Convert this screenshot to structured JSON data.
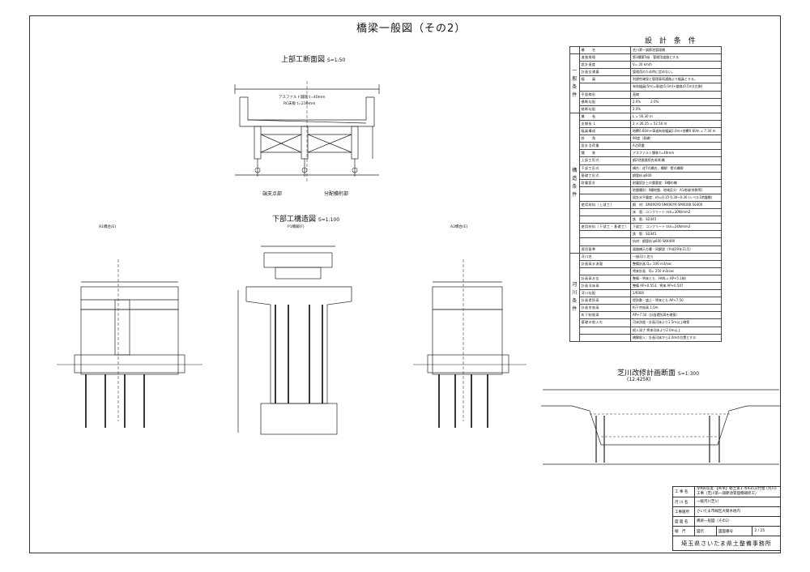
{
  "sheet_title": "橋梁一般図（その2）",
  "sections": {
    "superstructure": {
      "title": "上部工断面図",
      "scale": "S=1:50",
      "label_left": "端支点部",
      "label_right": "分配横桁部",
      "asphalt": "アスファルト舗装 t=40mm",
      "slab": "RC床版 t=230mm"
    },
    "substructure": {
      "title": "下部工構造図",
      "scale": "S=1:100",
      "a1": "A1橋台(E)",
      "p1": "P1橋脚(F)",
      "a2": "A2橋台(E)"
    },
    "river": {
      "title": "芝川改修計画断面",
      "scale": "S=1:300",
      "chainage": "(12.425K)"
    }
  },
  "design_conditions": {
    "title": "設 計 条 件",
    "rows": [
      {
        "group": "",
        "label": "橋　　名",
        "value": "芝川第一調節池管理橋"
      },
      {
        "group": "一般条件",
        "label": "道路規格",
        "value": "第3種第5級　管理用道路とする"
      },
      {
        "group": "",
        "label": "設計速度",
        "value": "V= 20 km/h"
      },
      {
        "group": "",
        "label": "計画交通量",
        "value": "管理用のため特に定めない。"
      },
      {
        "group": "",
        "label": "幅　　員",
        "value": "利便性確保と管理車両通路より幅員とする。"
      },
      {
        "group": "",
        "label": "",
        "value": "有効幅員(5m)=車道(5.0m)+路肩(0.5m)(左側)"
      },
      {
        "group": "",
        "label": "平面線形",
        "value": "直線"
      },
      {
        "group": "",
        "label": "横断勾配",
        "value": "2.0%　　　2.0%"
      },
      {
        "group": "",
        "label": "縦断勾配",
        "value": "2.0%"
      },
      {
        "group": "構造条件",
        "label": "橋　　長",
        "value": "L = 56.30 m"
      },
      {
        "group": "",
        "label": "支間長 L",
        "value": "2 × 26.25 = 52.50 m"
      },
      {
        "group": "",
        "label": "幅員構成",
        "value": "地覆0.60m+車道有効幅員5.0m+地覆0.60m = 7.30 m"
      },
      {
        "group": "",
        "label": "斜　　角",
        "value": "90度（直橋）"
      },
      {
        "group": "",
        "label": "設計活荷重",
        "value": "A活荷重"
      },
      {
        "group": "",
        "label": "舗　　装",
        "value": "アスファルト舗装 t=40mm"
      },
      {
        "group": "",
        "label": "上部工形式",
        "value": "鋼2径間連続合成I桁橋"
      },
      {
        "group": "",
        "label": "下部工形式",
        "value": "橋台：逆T式橋台、橋脚：壁式橋脚"
      },
      {
        "group": "",
        "label": "基礎工形式",
        "value": "鋼管杭 φ600"
      },
      {
        "group": "",
        "label": "耐震設計",
        "value": "耐震設計上の重要度：B種の橋"
      },
      {
        "group": "",
        "label": "",
        "value": "地盤種別：Ⅱ種地盤、地域区分：A1地域(係数等)"
      },
      {
        "group": "",
        "label": "",
        "value": "設計水平震度：kh=0.15 0.30~0.36 (レベル1地震動)"
      },
      {
        "group": "",
        "label": "使用材料（上部工）",
        "value": "鋼　材：SM490YB SM490YA SM400B SS400"
      },
      {
        "group": "",
        "label": "",
        "value": "床　版：コンクリート σck=30N/mm2"
      },
      {
        "group": "",
        "label": "",
        "value": "鉄　筋：SD345"
      },
      {
        "group": "",
        "label": "使用材料（下部工・基礎工）",
        "value": "下部工：コンクリート σck=24N/mm2"
      },
      {
        "group": "",
        "label": "",
        "value": "鉄　筋：SD345"
      },
      {
        "group": "",
        "label": "",
        "value": "杭材：鋼管杭 φ600 SKK490"
      },
      {
        "group": "",
        "label": "適用基準",
        "value": "道路橋示方書・同解説（平成29年11月）"
      },
      {
        "group": "河川条件",
        "label": "河川名",
        "value": "一級河川 芝川"
      },
      {
        "group": "",
        "label": "計画高水流量",
        "value": "整備計画 Q= 100 m3/sec"
      },
      {
        "group": "",
        "label": "",
        "value": "将来計画　Q= 250 m3/sec"
      },
      {
        "group": "",
        "label": "計画高水位",
        "value": "整備・将来とも　HWL= AP+5.184"
      },
      {
        "group": "",
        "label": "計画河床高",
        "value": "整備 AP+0.553、将来 AP+0.547"
      },
      {
        "group": "",
        "label": "河川勾配",
        "value": "1/6000"
      },
      {
        "group": "",
        "label": "計画堤防高",
        "value": "堤防敷・盛土・将来とも AP+7.50"
      },
      {
        "group": "",
        "label": "計画余裕高",
        "value": "桁下余裕高 1.0m"
      },
      {
        "group": "",
        "label": "桁下制限高",
        "value": "AP+7.50（計画堤防高を確保）"
      },
      {
        "group": "",
        "label": "基礎の根入れ",
        "value": "河床洗掘・計画河床より1.5m以上確保"
      },
      {
        "group": "",
        "label": "",
        "value": "根入深さ 将来河床より2.0m以上"
      },
      {
        "group": "",
        "label": "",
        "value": "橋脚根入：計画河床から2.0mの位置とする"
      }
    ]
  },
  "title_block": {
    "rows": [
      {
        "k": "工 事 名",
        "v": "令和6年度 【県単】総土第1 市935交付金 (河川) 工事（芝川第一調節池管理橋補修工）"
      },
      {
        "k": "河 川 名",
        "v": "一級河川芝川"
      },
      {
        "k": "工事箇所",
        "v": "さいたま市緑区大間木地内"
      },
      {
        "k": "図 面 名",
        "v": "橋梁一般図（その2）"
      },
      {
        "k": "縮　尺",
        "v": "図示",
        "k2": "図面番号",
        "v2": "2 / 25"
      }
    ],
    "office": "埼玉県さいたま県土整備事務所"
  }
}
